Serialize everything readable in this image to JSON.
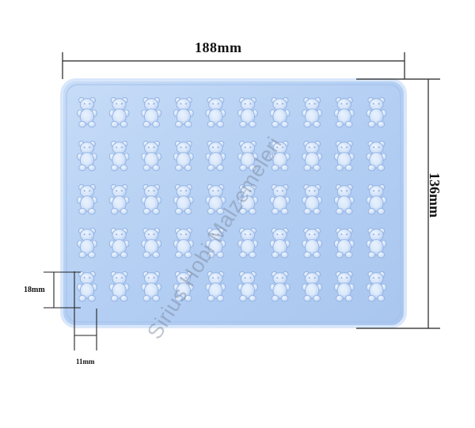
{
  "dimensions": {
    "width_label": "188mm",
    "height_label": "136mm",
    "bear_height_label": "18mm",
    "bear_width_label": "11mm"
  },
  "mold": {
    "rows": 5,
    "columns": 10,
    "color": "#b9d3f5"
  },
  "watermark": {
    "text": "Sirius Hobi Malzemeleri"
  }
}
